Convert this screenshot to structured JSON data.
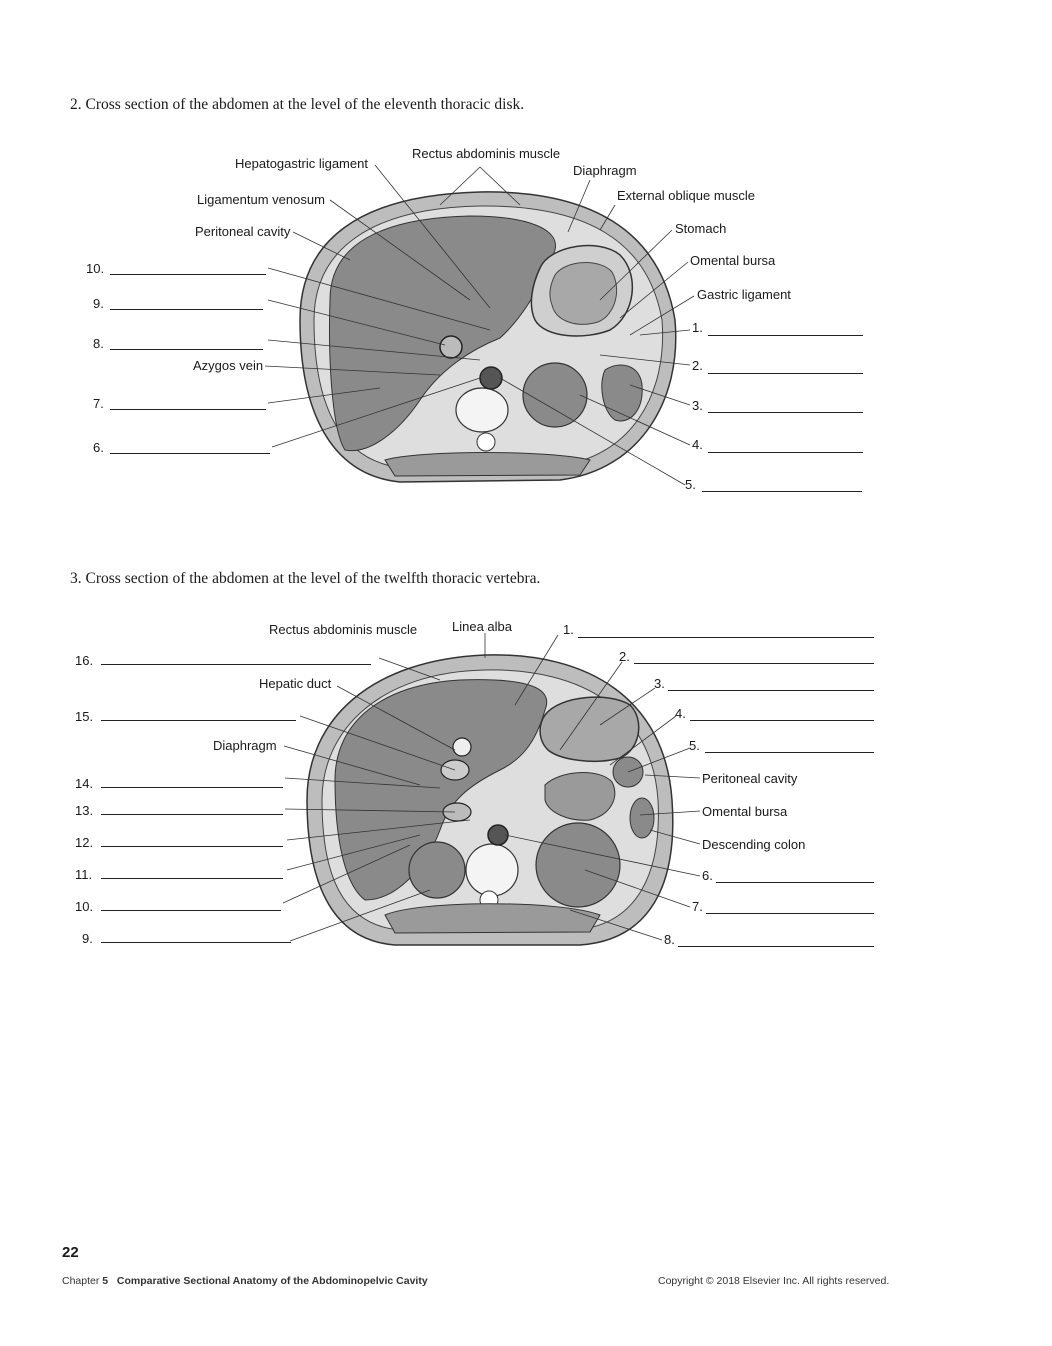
{
  "question2": {
    "title": "2. Cross section of the abdomen at the level of the eleventh thoracic disk.",
    "labels": {
      "hepatogastric": "Hepatogastric ligament",
      "rectus": "Rectus abdominis muscle",
      "diaphragm": "Diaphragm",
      "external_oblique": "External oblique muscle",
      "ligamentum_venosum": "Ligamentum venosum",
      "stomach": "Stomach",
      "peritoneal_cavity": "Peritoneal cavity",
      "omental_bursa": "Omental bursa",
      "gastric_ligament": "Gastric ligament",
      "azygos_vein": "Azygos vein"
    },
    "numbers_left": [
      "10.",
      "9.",
      "8.",
      "7.",
      "6."
    ],
    "numbers_right": [
      "1.",
      "2.",
      "3.",
      "4.",
      "5."
    ]
  },
  "question3": {
    "title": "3. Cross section of the abdomen at the level of the twelfth thoracic vertebra.",
    "labels": {
      "rectus": "Rectus abdominis muscle",
      "linea_alba": "Linea alba",
      "hepatic_duct": "Hepatic duct",
      "diaphragm": "Diaphragm",
      "peritoneal_cavity": "Peritoneal cavity",
      "omental_bursa": "Omental bursa",
      "descending_colon": "Descending colon"
    },
    "numbers_left": [
      "16.",
      "15.",
      "14.",
      "13.",
      "12.",
      "11.",
      "10.",
      "9."
    ],
    "numbers_right": [
      "1.",
      "2.",
      "3.",
      "4.",
      "5.",
      "6.",
      "7.",
      "8."
    ]
  },
  "page_number": "22",
  "footer": {
    "chapter_prefix": "Chapter",
    "chapter_number": "5",
    "chapter_title": "Comparative Sectional Anatomy of the Abdominopelvic Cavity",
    "copyright": "Copyright © 2018 Elsevier Inc. All rights reserved."
  }
}
